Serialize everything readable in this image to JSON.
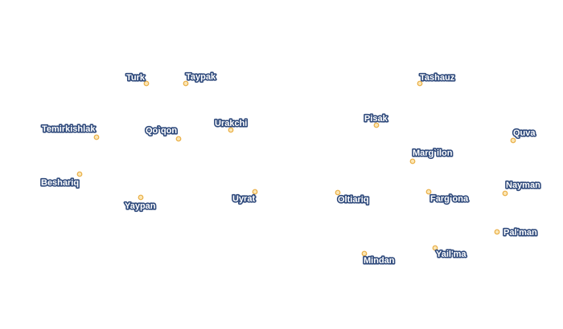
{
  "map": {
    "marker_color": "#e9ae45",
    "marker_fill": "#fbe6b4",
    "label_fill": "#ffffff",
    "label_halo": "#2f4a7c",
    "places": [
      {
        "name": "Turk"
      },
      {
        "name": "Taypak"
      },
      {
        "name": "Tashauz"
      },
      {
        "name": "Temirkishlak"
      },
      {
        "name": "Qo`qon"
      },
      {
        "name": "Urakchi"
      },
      {
        "name": "Pisak"
      },
      {
        "name": "Quva"
      },
      {
        "name": "Marg`ilon"
      },
      {
        "name": "Beshariq"
      },
      {
        "name": "Yaypan"
      },
      {
        "name": "Uyrat"
      },
      {
        "name": "Oltiariq"
      },
      {
        "name": "Farg`ona"
      },
      {
        "name": "Nayman"
      },
      {
        "name": "Pal'man"
      },
      {
        "name": "Mindan"
      },
      {
        "name": "Yail'ma"
      }
    ]
  }
}
